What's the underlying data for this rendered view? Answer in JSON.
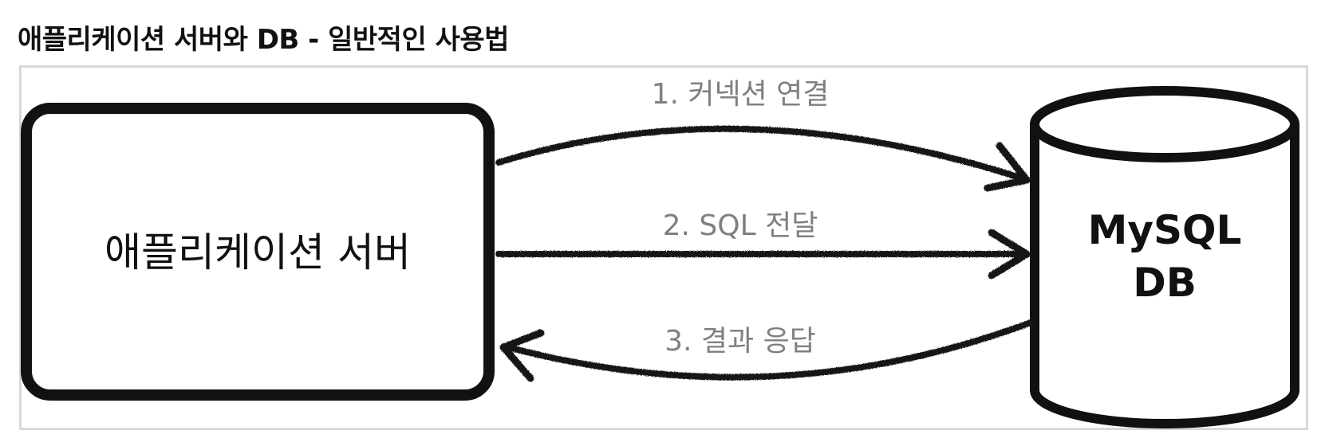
{
  "title": "애플리케이션 서버와 DB - 일반적인 사용법",
  "app_server": {
    "label": "애플리케이션 서버"
  },
  "database": {
    "line1": "MySQL",
    "line2": "DB"
  },
  "arrows": [
    {
      "label": "1. 커넥션 연결",
      "direction": "app-to-db"
    },
    {
      "label": "2. SQL 전달",
      "direction": "app-to-db"
    },
    {
      "label": "3. 결과 응답",
      "direction": "db-to-app"
    }
  ],
  "colors": {
    "stroke": "#111111",
    "label_gray": "#808080",
    "frame": "#d9d9d9"
  }
}
